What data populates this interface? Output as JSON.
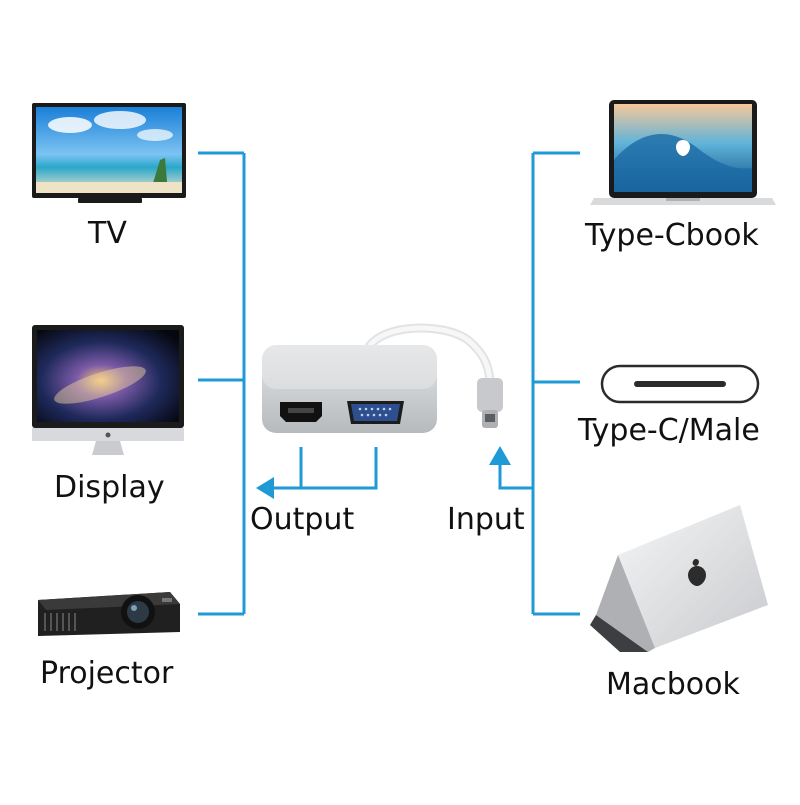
{
  "colors": {
    "connector_line": "#1e9ad6",
    "device_dark": "#1a1a1a",
    "aluminum": "#cfd1d4",
    "text": "#111111"
  },
  "outputs": [
    {
      "label": "TV",
      "icon": "tv-icon"
    },
    {
      "label": "Display",
      "icon": "monitor-icon"
    },
    {
      "label": "Projector",
      "icon": "projector-icon"
    }
  ],
  "inputs": [
    {
      "label": "Type-Cbook",
      "icon": "laptop-icon"
    },
    {
      "label": "Type-C/Male",
      "icon": "usb-c-port-icon"
    },
    {
      "label": "Macbook",
      "icon": "macbook-icon"
    }
  ],
  "adapter": {
    "icon": "usb-c-to-hdmi-vga-adapter-icon",
    "ports": [
      "hdmi-port-icon",
      "vga-port-icon"
    ],
    "output_label": "Output",
    "input_label": "Input"
  }
}
